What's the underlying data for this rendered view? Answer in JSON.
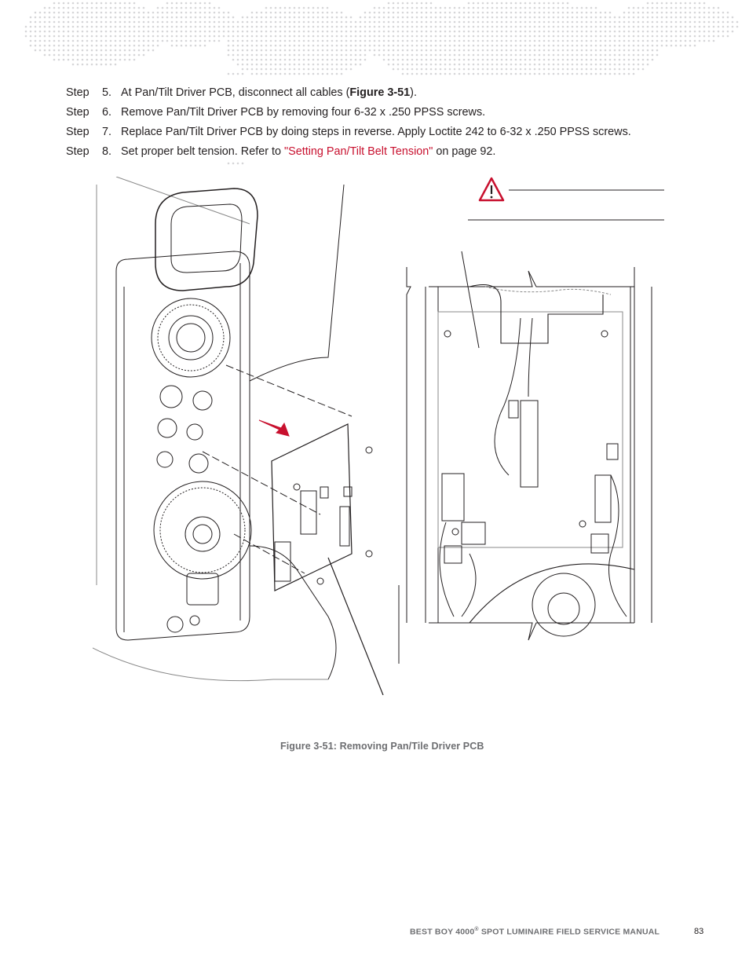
{
  "steps": [
    {
      "label": "Step",
      "num": "5.",
      "before": "At Pan/Tilt Driver PCB, disconnect all cables (",
      "bold": "Figure 3-51",
      "after": ")."
    },
    {
      "label": "Step",
      "num": "6.",
      "text": "Remove Pan/Tilt Driver PCB by removing four 6-32 x .250 PPSS screws."
    },
    {
      "label": "Step",
      "num": "7.",
      "text": "Replace Pan/Tilt Driver PCB by doing steps in reverse. Apply Loctite 242 to 6-32 x .250 PPSS screws."
    },
    {
      "label": "Step",
      "num": "8.",
      "before": "Set proper belt tension. Refer to ",
      "link": "\"Setting Pan/Tilt Belt Tension\"",
      "after": " on page 92."
    }
  ],
  "figure": {
    "caption": "Figure 3-51:  Removing Pan/Tile Driver PCB"
  },
  "footer": {
    "title_main": "BEST BOY 4000",
    "title_reg": "®",
    "title_rest": " SPOT LUMINAIRE FIELD SERVICE MANUAL",
    "page_number": "83"
  },
  "colors": {
    "accent_red": "#c8102e",
    "footer_gray": "#6d6e71",
    "map_dots": "#d4d4d6"
  },
  "icons": [
    "world-dot-map-icon",
    "warning-triangle-icon",
    "removal-arrow-icon"
  ]
}
